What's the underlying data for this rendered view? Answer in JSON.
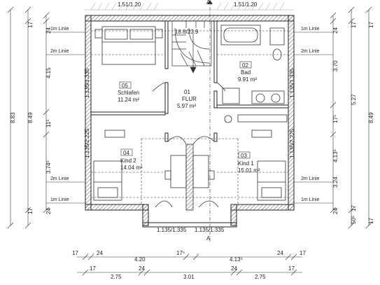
{
  "rooms": [
    {
      "number": "01",
      "name": "FLUR",
      "area": "5.97 m²"
    },
    {
      "number": "02",
      "name": "Bad",
      "area": "9.91 m²"
    },
    {
      "number": "03",
      "name": "Kind 1",
      "area": "15.01 m²"
    },
    {
      "number": "04",
      "name": "Kind 2",
      "area": "14.04 m²"
    },
    {
      "number": "05",
      "name": "Schlafen",
      "area": "11.24 m²"
    }
  ],
  "stair": {
    "label": "18.8/23.9"
  },
  "section_marker": "A",
  "line_labels": {
    "one_m": "1m Linie",
    "two_m": "2m Linie"
  },
  "top_dims": {
    "left": "1.51/1.20",
    "right": "1.51/1.20"
  },
  "bottom_window_dims": {
    "left": "1.135/1.335",
    "right": "1.135/1.335"
  },
  "side_window_dims": {
    "left_upper": "1.135/1.335",
    "left_lower": "1.135/2.225",
    "right_upper": "1.135/1.335",
    "right_lower": "1.135/2.225"
  },
  "dims_bottom_row1": [
    "17",
    "24",
    "4.20",
    "17⁵",
    "4.13⁵",
    "24",
    "17"
  ],
  "dims_bottom_row2": [
    "17",
    "2.75",
    "24",
    "3.01",
    "24",
    "2.75",
    "17"
  ],
  "dims_left_inner": [
    "24",
    "4.15",
    "11⁵",
    "3.74⁵",
    "24",
    "17"
  ],
  "dims_left_outer": [
    "17",
    "8.49",
    "8.83"
  ],
  "dims_right_inner": [
    "24",
    "3.70",
    "17⁵",
    "4.13⁵",
    "3.24",
    "24",
    "50⁵"
  ],
  "dims_right_mid": [
    "17",
    "5.27",
    "17"
  ],
  "dims_right_outer": [
    "17",
    "8.49",
    "17"
  ]
}
